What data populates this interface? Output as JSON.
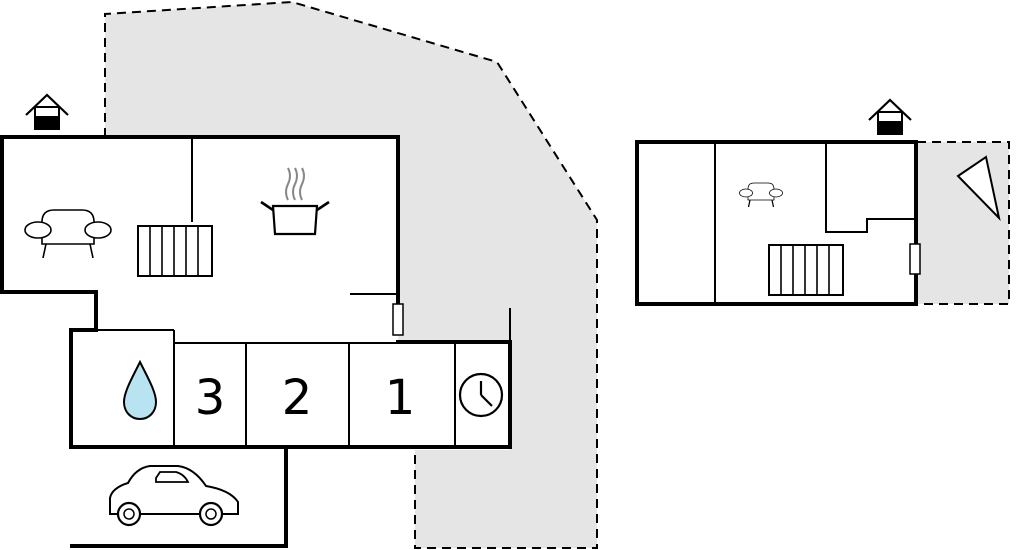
{
  "colors": {
    "terrace": "#e5e5e5",
    "water_drop": "#b8e3f0",
    "wall": "#000000"
  },
  "rooms": {
    "bedroom_3": "3",
    "bedroom_2": "2",
    "bedroom_1": "1"
  },
  "icons": [
    "entrance-house-icon",
    "sofa-icon",
    "staircase-icon",
    "kitchen-pot-icon",
    "window-icon",
    "water-drop-icon",
    "clock-icon",
    "car-icon",
    "sun-lounger-icon"
  ]
}
